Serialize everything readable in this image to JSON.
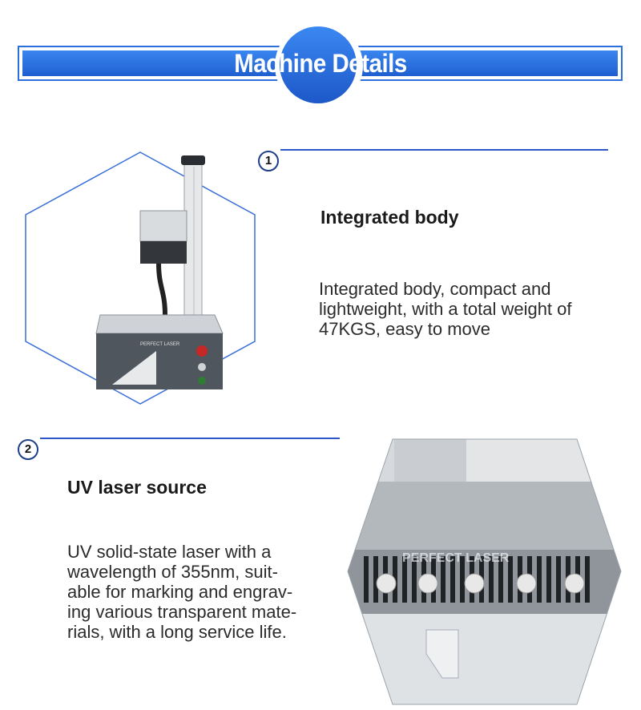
{
  "header": {
    "title": "Machine Details"
  },
  "sections": [
    {
      "number": "1",
      "heading": "Integrated body",
      "lines": [
        "Integrated body, compact and",
        "lightweight, with a total weight of",
        "47KGS, easy to move"
      ]
    },
    {
      "number": "2",
      "heading": "UV laser source",
      "lines": [
        "UV solid-state laser with a",
        "wavelength of 355nm, suit-",
        "able for marking and engrav-",
        "ing various transparent mate-",
        "rials, with a long service life."
      ]
    }
  ],
  "colors": {
    "accent": "#2a6fdb",
    "line": "#2d56c8"
  },
  "images": {
    "machine_brand": "PERFECT LASER",
    "source_brand": "PERFECT LASER"
  }
}
